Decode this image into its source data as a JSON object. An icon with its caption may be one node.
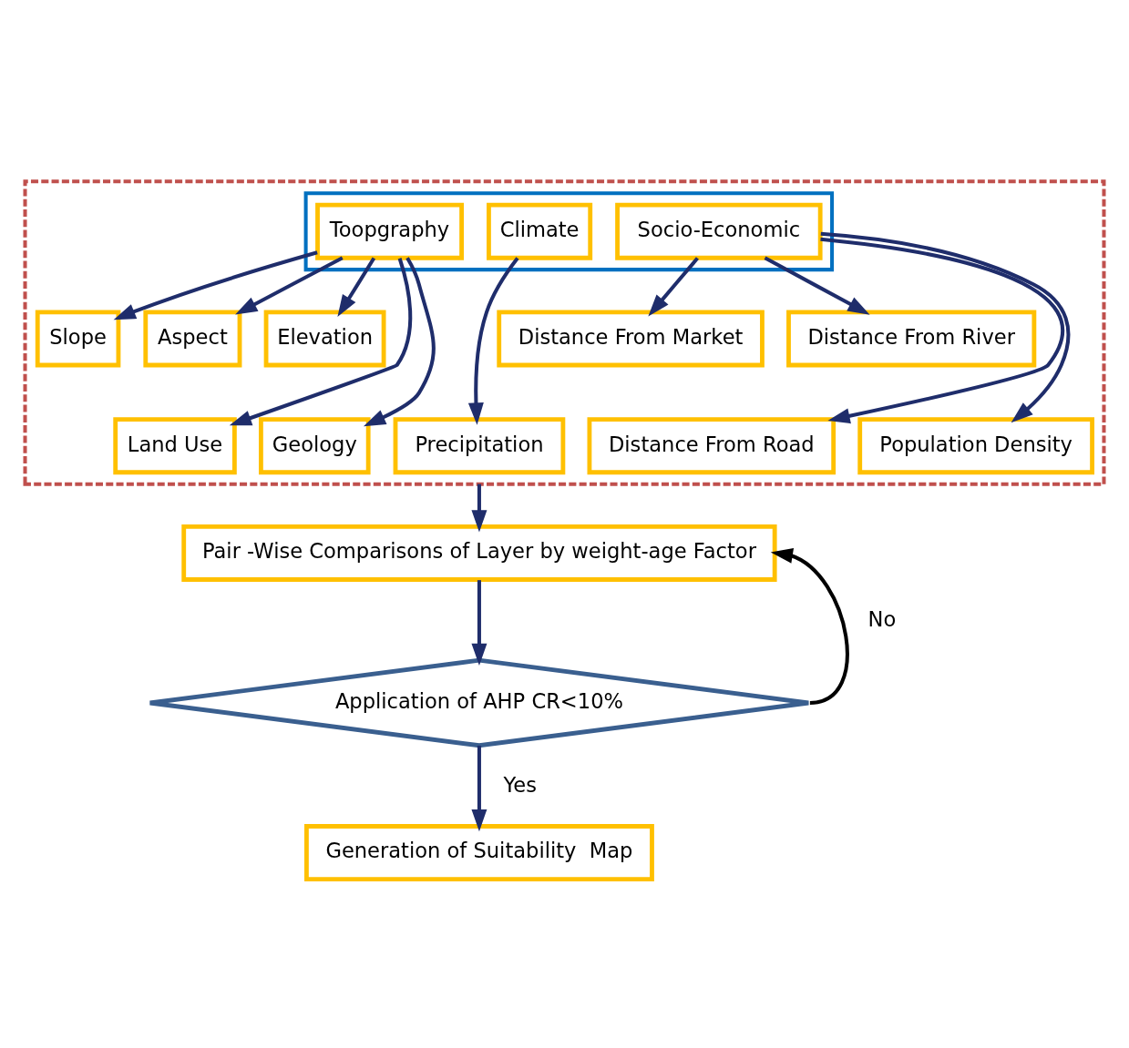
{
  "diagram": {
    "nodes": [
      {
        "text": [],
        "shape": "box"
      },
      {
        "text": [],
        "shape": "box",
        "in": 0
      },
      {
        "text": [
          "Toopgraphy"
        ],
        "in": 1
      },
      {
        "text": [
          "Climate"
        ],
        "in": 1
      },
      {
        "text": [
          "Socio-Economic"
        ],
        "in": 1
      },
      {
        "text": [
          "Slope"
        ],
        "in": 0
      },
      {
        "text": [
          "Aspect"
        ],
        "in": 0
      },
      {
        "text": [
          "Elevation"
        ],
        "in": 0
      },
      {
        "text": [
          "Distance From Market"
        ],
        "in": 0
      },
      {
        "text": [
          "Distance From River"
        ],
        "in": 0
      },
      {
        "text": [
          "Land Use"
        ],
        "in": 0
      },
      {
        "text": [
          "Geology"
        ],
        "in": 0
      },
      {
        "text": [
          "Precipitation"
        ],
        "in": 0
      },
      {
        "text": [
          "Distance From Road"
        ],
        "in": 0
      },
      {
        "text": [
          "Population Density"
        ],
        "in": 0
      },
      {
        "text": [
          "Pair -Wise Comparisons of Layer by weight-age Factor"
        ]
      },
      {
        "text": [
          "Application of AHP CR<10%"
        ]
      },
      {
        "text": [
          "Generation of Suitability  Map"
        ]
      }
    ],
    "edges": [
      {
        "from": 2,
        "to": 5,
        "arrow": "to"
      },
      {
        "from": 2,
        "to": 10,
        "arrow": "to"
      },
      {
        "from": 2,
        "to": 6,
        "arrow": "to"
      },
      {
        "from": 2,
        "to": 11,
        "arrow": "to"
      },
      {
        "from": 2,
        "to": 7,
        "arrow": "to"
      },
      {
        "from": 3,
        "to": 12,
        "arrow": "to"
      },
      {
        "from": 4,
        "to": 8,
        "arrow": "to"
      },
      {
        "from": 4,
        "to": 13,
        "arrow": "to"
      },
      {
        "from": 4,
        "to": 9,
        "arrow": "to"
      },
      {
        "from": 4,
        "to": 14,
        "arrow": "to"
      },
      {
        "from": 0,
        "to": 15,
        "arrow": "to"
      },
      {
        "from": 15,
        "to": 16,
        "arrow": "to"
      },
      {
        "from": 16,
        "to": 15,
        "arrow": "to",
        "label": "No",
        "color": "#000000"
      },
      {
        "from": 16,
        "to": 17,
        "arrow": "to",
        "label": "Yes"
      }
    ]
  }
}
